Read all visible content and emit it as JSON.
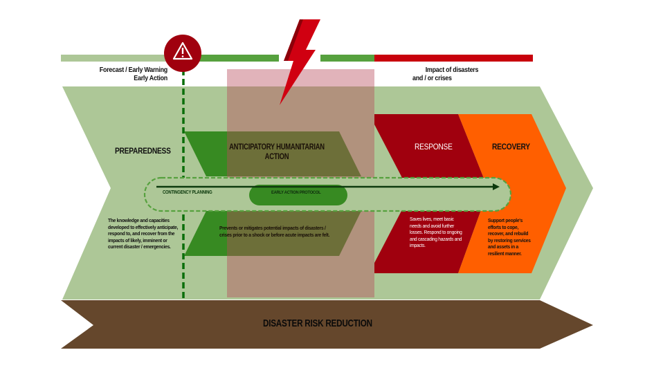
{
  "header": {
    "left_caption_line1": "Forecast / Early Warning",
    "left_caption_line2": "Early Action",
    "right_caption_line1": "Impact of disasters",
    "right_caption_line2": "and / or crises",
    "warning_icon": "warning-triangle-icon",
    "hazard_icon": "lightning-bolt-icon"
  },
  "stages": {
    "preparedness": {
      "title": "PREPAREDNESS",
      "description": "The knowledge and capacities developed to effectively anticipate, respond to, and recover from the impacts of likely, imminent or current disaster / emergencies."
    },
    "anticipatory": {
      "title_line1": "ANTICIPATORY HUMANITARIAN",
      "title_line2": "ACTION",
      "description_line1": "Prevents or mitigates potential impacts of disasters /",
      "description_line2": "crises prior to a shock or before acute impacts are felt."
    },
    "response": {
      "title": "RESPONSE",
      "description": "Saves lives, meet basic needs and avoid further losses. Respond to ongoing and cascading hazards and impacts."
    },
    "recovery": {
      "title": "RECOVERY",
      "description": "Support people's efforts to cope, recover, and rebuild by restoring services and assets in a resilient manner."
    }
  },
  "timeline": {
    "contingency_label": "CONTINGENCY PLANNING",
    "protocol_label": "EARLY ACTION PROTOCOL"
  },
  "foundation": {
    "title": "DISASTER RISK REDUCTION"
  },
  "colors": {
    "light_green": "#adc797",
    "mid_green": "#56a13e",
    "dark_green": "#378a22",
    "dashed_green": "#0a6e0a",
    "red": "#c8000c",
    "dark_red": "#a0000e",
    "orange": "#ff5f00",
    "pink_overlay": "#c77a86",
    "brown": "#65472c"
  }
}
